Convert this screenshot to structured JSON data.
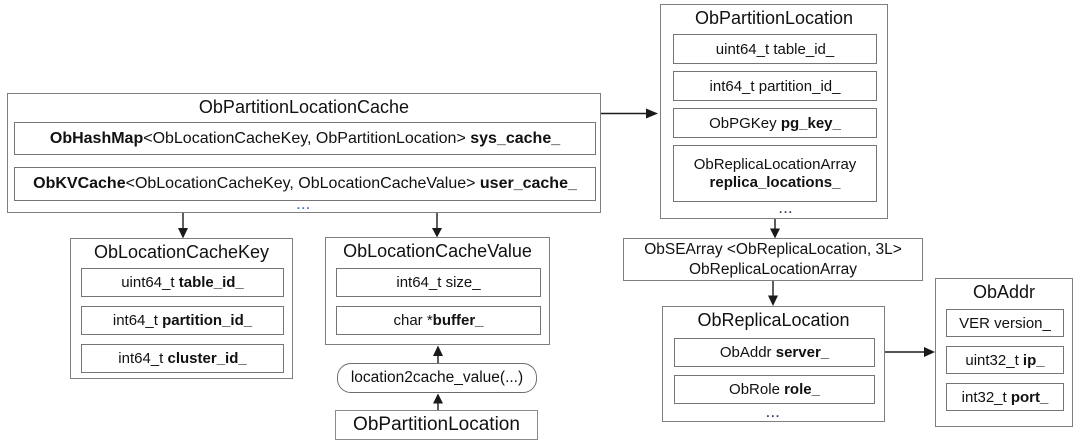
{
  "colors": {
    "border_gray": "#7f7f7f",
    "connector_black": "#1a1a1a",
    "ellipsis_blue": "#4472c4",
    "text": "#111111",
    "background": "#ffffff"
  },
  "diagram": {
    "cache": {
      "title": "ObPartitionLocationCache",
      "sys_row": {
        "b1": "ObHashMap",
        "mid": "<ObLocationCacheKey, ObPartitionLocation> ",
        "b2": "sys_cache_"
      },
      "user_row": {
        "b1": "ObKVCache",
        "mid": "<ObLocationCacheKey, ObLocationCacheValue> ",
        "b2": "user_cache_"
      },
      "more": "..."
    },
    "partition_top": {
      "title": "ObPartitionLocation",
      "row_table_id": {
        "mid": "uint64_t table_id_"
      },
      "row_partition_id": {
        "mid": "int64_t partition_id_"
      },
      "row_pg_key": {
        "mid": "ObPGKey ",
        "b2": "pg_key_"
      },
      "row_replica_locations": {
        "mid": "ObReplicaLocationArray",
        "b2": "replica_locations_"
      },
      "more": "..."
    },
    "cache_key": {
      "title": "ObLocationCacheKey",
      "row_table_id": {
        "mid": "uint64_t ",
        "b2": "table_id_"
      },
      "row_partition_id": {
        "mid": "int64_t ",
        "b2": "partition_id_"
      },
      "row_cluster_id": {
        "mid": "int64_t ",
        "b2": "cluster_id_"
      }
    },
    "cache_value": {
      "title": "ObLocationCacheValue",
      "row_size": {
        "mid": "int64_t size_"
      },
      "row_buffer": {
        "mid": "char *",
        "b2": "buffer_"
      }
    },
    "searray": {
      "line1": "ObSEArray <ObReplicaLocation, 3L>",
      "line2": "ObReplicaLocationArray"
    },
    "replica": {
      "title": "ObReplicaLocation",
      "row_server": {
        "mid": "ObAddr ",
        "b2": "server_"
      },
      "row_role": {
        "mid": "ObRole ",
        "b2": "role_"
      },
      "more": "..."
    },
    "addr": {
      "title": "ObAddr",
      "row_version": {
        "mid": "VER version_"
      },
      "row_ip": {
        "mid": "uint32_t ",
        "b2": "ip_"
      },
      "row_port": {
        "mid": "int32_t ",
        "b2": "port_"
      }
    },
    "func": {
      "label": "location2cache_value(...)"
    },
    "partition_bottom": {
      "title": "ObPartitionLocation"
    }
  }
}
